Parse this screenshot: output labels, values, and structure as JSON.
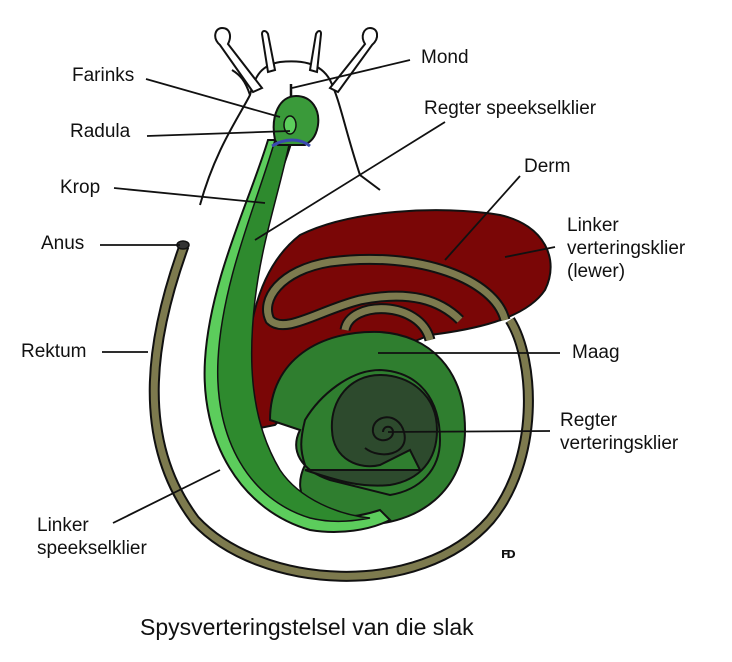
{
  "title": "Spysverteringstelsel van die slak",
  "signature": "FD",
  "colors": {
    "crop_dark_green": "#2e8a2e",
    "salivary_light_green": "#5ccd5c",
    "stomach_green": "#2f7e2f",
    "right_digestive_gland": "#2d4a2d",
    "liver_dark_red": "#7a0606",
    "intestine_olive": "#7d7a4e",
    "radula_blue": "#3b49b0",
    "outline": "#111111"
  },
  "labels": {
    "farinks": "Farinks",
    "radula": "Radula",
    "krop": "Krop",
    "anus": "Anus",
    "rektum": "Rektum",
    "linker_speekselklier": [
      "Linker",
      "speekselklier"
    ],
    "mond": "Mond",
    "regter_speekselklier": "Regter speekselklier",
    "derm": "Derm",
    "linker_verteringsklier": [
      "Linker",
      "verteringsklier",
      "(lewer)"
    ],
    "maag": "Maag",
    "regter_verteringsklier": [
      "Regter",
      "verteringsklier"
    ]
  }
}
